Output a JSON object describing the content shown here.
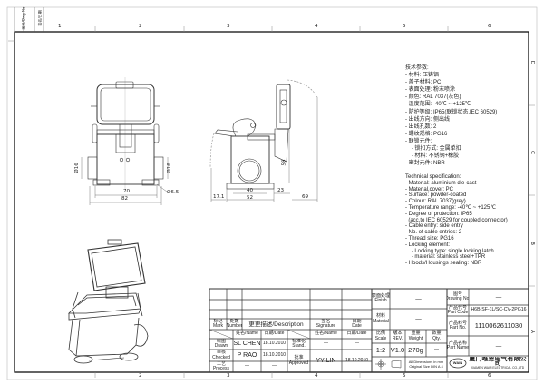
{
  "frame": {
    "columns": [
      "1",
      "2",
      "3",
      "4",
      "5",
      "6"
    ],
    "rows": [
      "D",
      "C",
      "B",
      "A"
    ],
    "margin_labels": [
      "图号/Dwg No",
      "签名/日期"
    ]
  },
  "dimensions": {
    "front": {
      "gland_left": "Ø16",
      "gland_right": "Ø16",
      "inner_width": "70",
      "outer_width": "82",
      "hole": "Ø6.5"
    },
    "side": {
      "offset": "17.1",
      "inner": "40",
      "base": "52",
      "lid": "23",
      "lid_swing": "69",
      "height": "58"
    }
  },
  "spec_cn": {
    "title": "技术参数:",
    "lines": [
      "- 材料: 压铸铝",
      "- 盖子材料: PC",
      "- 表面处理: 粉末喷涂",
      "- 颜色: RAL 7037(灰色)",
      "- 温度范围: -40℃ ~ +125℃",
      "- 防护等级: IP65(联锁状态,IEC 60529)",
      "- 出线方向: 侧出线",
      "- 出线孔数: 2",
      "- 螺纹规格: PG16",
      "- 联锁元件:",
      "    · 锁扣方式: 金属单扣",
      "    · 材料: 不锈钢+橡胶",
      "- 密封元件: NBR"
    ]
  },
  "spec_en": {
    "title": "Technical specification:",
    "lines": [
      "- Material: aluminium die-cast",
      "- Material,cover: PC",
      "- Surface: powder-coated",
      "- Colour: RAL 7037(grey)",
      "- Temperature range: -40℃ ~ +125℃",
      "- Degree of protection: IP65",
      "  (acc.to IEC 60529 for coupled connector)",
      "- Cable entry: side entry",
      "- No. of cable entries: 2",
      "- Thread size: PG16",
      "- Locking element:",
      "    · Locking type: single locking latch",
      "    · material: stainless steel+TPR",
      "- Hoods/Housings sealing: NBR"
    ]
  },
  "title_block": {
    "revision": {
      "mark": "标记\nMark",
      "number": "处数\nNumber",
      "description": "更更描述/Description",
      "signature": "签名\nSignature",
      "date": "日期\nDate"
    },
    "name_hdr": "姓名/Name",
    "date_hdr": "日期/Date",
    "name_hdr2": "姓名/Name",
    "date_hdr2": "日期/Date",
    "drawn": {
      "label": "绘图\nDrawn",
      "name": "SL CHEN",
      "date": "18.10.2010"
    },
    "checked": {
      "label": "审核\nChecked",
      "name": "P RAO",
      "date": "18.10.2010"
    },
    "process": {
      "label": "工艺\nProcess",
      "name": "—",
      "date": "—"
    },
    "stand": {
      "label": "标准化\nStand.",
      "name": "—",
      "date": "—"
    },
    "approved": {
      "label": "批准\nApproved",
      "name": "YY LIN",
      "date": "18.10.2010"
    },
    "finish": {
      "label": "表面处理\nFinish",
      "value": "—"
    },
    "material": {
      "label": "材料\nMaterial",
      "value": "—"
    },
    "scale": {
      "label": "比例\nScale",
      "value": "1:2"
    },
    "rev": {
      "label": "版本\nREV.",
      "value": "V1.0"
    },
    "weight": {
      "label": "重量\nWeight",
      "value": "270g"
    },
    "qty": {
      "label": "数量\nQty.",
      "value": "—"
    },
    "dims_note": "All Dimensions in mm\nOriginal Size DIN A 4",
    "drawing_no": {
      "label": "图号\nDrawing No.",
      "value": "—"
    },
    "part_code": {
      "label": "产品代号\nPart Code",
      "value": "H6B-SF-1L/SC-CV-2PG16"
    },
    "part_no": {
      "label": "产品料号\nPart No.",
      "value": "1110062611030"
    },
    "part_name": {
      "label": "产品名称\nPart Name",
      "value": "—"
    },
    "company_cn": "厦门唯恩电气有限公司",
    "company_en": "XIAMEN WAIN ELECTRICAL CO.,LTD",
    "logo": "WAIN"
  }
}
